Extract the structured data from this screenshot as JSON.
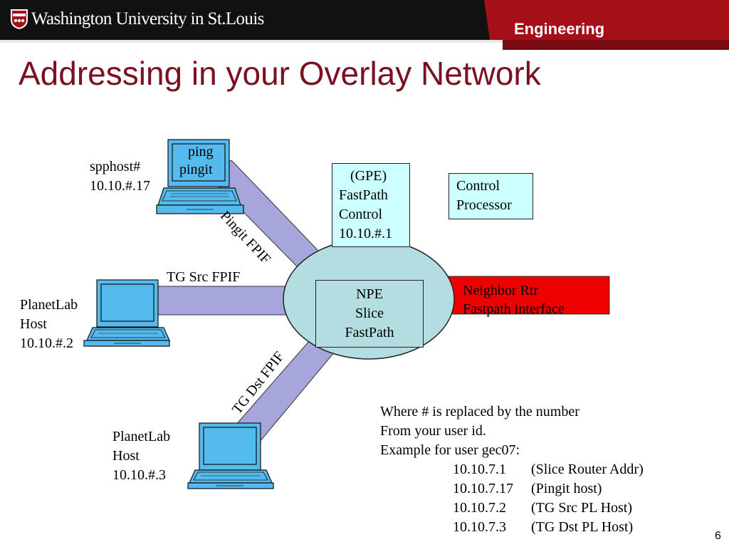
{
  "header": {
    "university": "Washington University in St.Louis",
    "school": "Engineering"
  },
  "title": "Addressing in your Overlay Network",
  "colors": {
    "title": "#7b1020",
    "header_black": "#111111",
    "header_red": "#a50f18",
    "link_fill": "#a6a6dd",
    "router_fill": "#b3dde0",
    "box_fill": "#ccffff",
    "laptop_fill": "#55bbee",
    "neighbor_fill": "#ee0000"
  },
  "nodes": {
    "spphost": {
      "name": "spphost#",
      "ip": "10.10.#.17",
      "screen_line1": "ping",
      "screen_line2": "pingit"
    },
    "planetlab_src": {
      "name": "PlanetLab",
      "line2": "Host",
      "ip": "10.10.#.2"
    },
    "planetlab_dst": {
      "name": "PlanetLab",
      "line2": "Host",
      "ip": "10.10.#.3"
    },
    "gpe": {
      "line1": "(GPE)",
      "line2": "FastPath",
      "line3": "Control",
      "line4": "10.10.#.1"
    },
    "control_processor": {
      "line1": "Control",
      "line2": "Processor"
    },
    "npe": {
      "line1": "NPE",
      "line2": "Slice",
      "line3": "FastPath"
    },
    "neighbor": {
      "line1": "Neighbor Rtr",
      "line2": "Fastpath interface"
    }
  },
  "links": {
    "pingit": "Pingit FPIF",
    "tg_src": "TG Src FPIF",
    "tg_dst": "TG Dst FPIF"
  },
  "note": {
    "line1": "Where # is replaced by the number",
    "line2": "From your user id.",
    "line3": "Example for user gec07:",
    "rows": [
      {
        "ip": "10.10.7.1",
        "desc": "(Slice Router Addr)"
      },
      {
        "ip": "10.10.7.17",
        "desc": "(Pingit host)"
      },
      {
        "ip": "10.10.7.2",
        "desc": "(TG Src PL Host)"
      },
      {
        "ip": "10.10.7.3",
        "desc": "(TG Dst PL Host)"
      }
    ]
  },
  "page_number": "6"
}
